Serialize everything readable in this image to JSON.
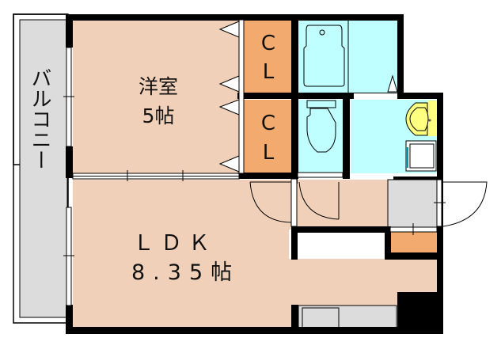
{
  "plan": {
    "title": "Floor plan",
    "colors": {
      "room": "#f0d0b8",
      "closet": "#f2aa6e",
      "wet": "#c0ffff",
      "balcony": "#dcdcdc",
      "entrance": "#dcdcdc",
      "sink": "#ffff80",
      "wall": "#000000"
    },
    "rooms": {
      "western_room": {
        "name": "洋室",
        "size": "5帖"
      },
      "ldk": {
        "name": "ＬＤＫ",
        "size": "8.35帖"
      },
      "closet_upper": {
        "line1": "C",
        "line2": "L"
      },
      "closet_lower": {
        "line1": "C",
        "line2": "L"
      },
      "balcony": {
        "name": "バルコニー"
      }
    }
  }
}
